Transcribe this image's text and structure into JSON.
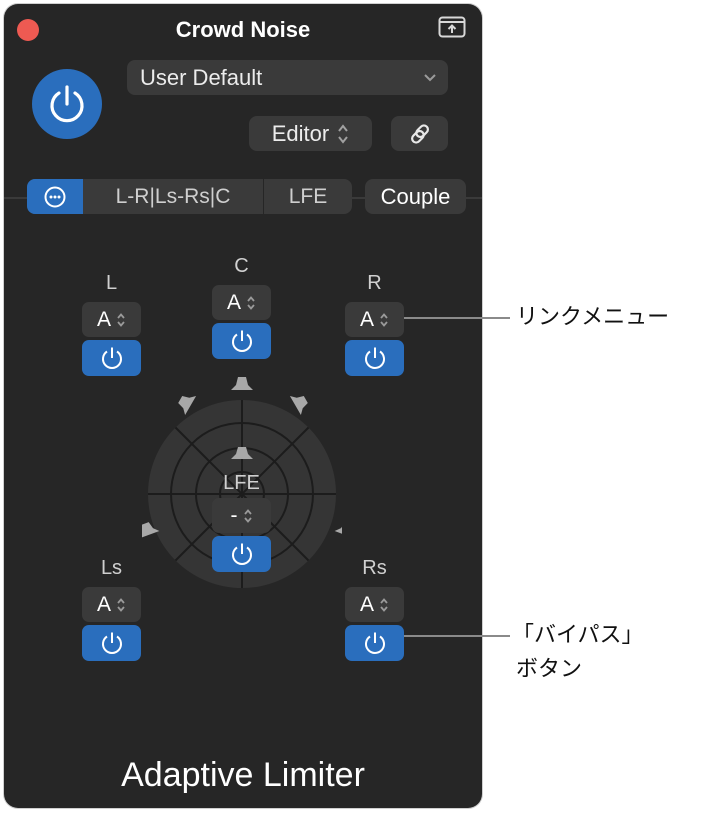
{
  "window": {
    "title": "Crowd Noise",
    "close_button": "close",
    "window_icon": "show-in-window-icon"
  },
  "header": {
    "power_state": "on",
    "preset": {
      "value": "User Default",
      "icon": "chevron-down-icon"
    },
    "view_menu": {
      "value": "Editor",
      "icon": "up-down-chevron-icon"
    },
    "link_button": {
      "icon": "link-icon"
    }
  },
  "tabs": {
    "items": [
      {
        "label": "",
        "icon": "ellipsis-circle-icon",
        "selected": true
      },
      {
        "label": "L-R|Ls-Rs|C",
        "selected": false
      },
      {
        "label": "LFE",
        "selected": false
      }
    ],
    "couple_label": "Couple"
  },
  "channels": {
    "L": {
      "label": "L",
      "link": "A",
      "bypass": "on"
    },
    "C": {
      "label": "C",
      "link": "A",
      "bypass": "on"
    },
    "R": {
      "label": "R",
      "link": "A",
      "bypass": "on"
    },
    "LFE": {
      "label": "LFE",
      "link": "-",
      "bypass": "on"
    },
    "Ls": {
      "label": "Ls",
      "link": "A",
      "bypass": "on"
    },
    "Rs": {
      "label": "Rs",
      "link": "A",
      "bypass": "on"
    }
  },
  "surround_panner": {
    "rings": 4,
    "speakers": [
      "L",
      "C",
      "R",
      "Ls",
      "Rs",
      "LFE"
    ]
  },
  "footer": {
    "plugin_name": "Adaptive Limiter"
  },
  "callouts": {
    "link_menu": "リンクメニュー",
    "bypass_line1": "「バイパス」",
    "bypass_line2": "ボタン"
  },
  "colors": {
    "window_bg": "#262626",
    "control_bg": "#3a3a3a",
    "accent_blue": "#2a6ebd",
    "close_red": "#ee5a52",
    "speaker_gray": "#a8a8a8"
  }
}
